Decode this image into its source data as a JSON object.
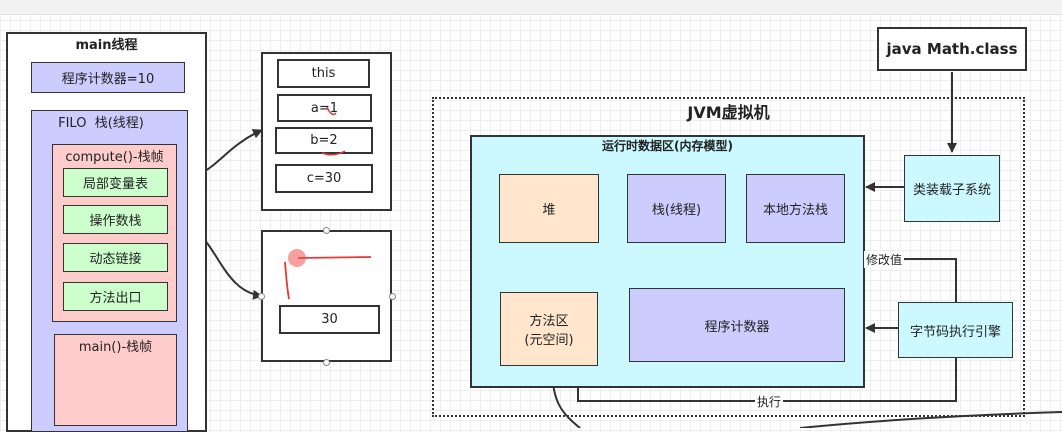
{
  "main_thread": {
    "title": "main线程",
    "pc_label": "程序计数器=10",
    "stack_label": "FILO  栈(线程)",
    "compute_frame": {
      "title": "compute()-栈帧",
      "items": [
        "局部变量表",
        "操作数栈",
        "动态链接",
        "方法出口"
      ]
    },
    "main_frame": {
      "title": "main()-栈帧"
    }
  },
  "local_vars": {
    "items": [
      "this",
      "a=1",
      "b=2",
      "c=30"
    ]
  },
  "operand_stack": {
    "value": "30"
  },
  "jvm": {
    "title": "JVM虚拟机",
    "runtime_area": {
      "title": "运行时数据区(内存模型)",
      "heap": "堆",
      "stack": "栈(线程)",
      "native_stack": "本地方法栈",
      "method_area": "方法区\n(元空间)",
      "pc": "程序计数器"
    },
    "class_loader": "类装载子系统",
    "engine": "字节码执行引擎",
    "modify_label": "修改值",
    "execute_label": "执行"
  },
  "class_file": "java Math.class",
  "colors": {
    "purple": "#ccccff",
    "pink": "#ffcccc",
    "green": "#ccffcc",
    "peach": "#ffe6cc",
    "cyan": "#ccf9ff",
    "annotation_red": "#e53935"
  }
}
